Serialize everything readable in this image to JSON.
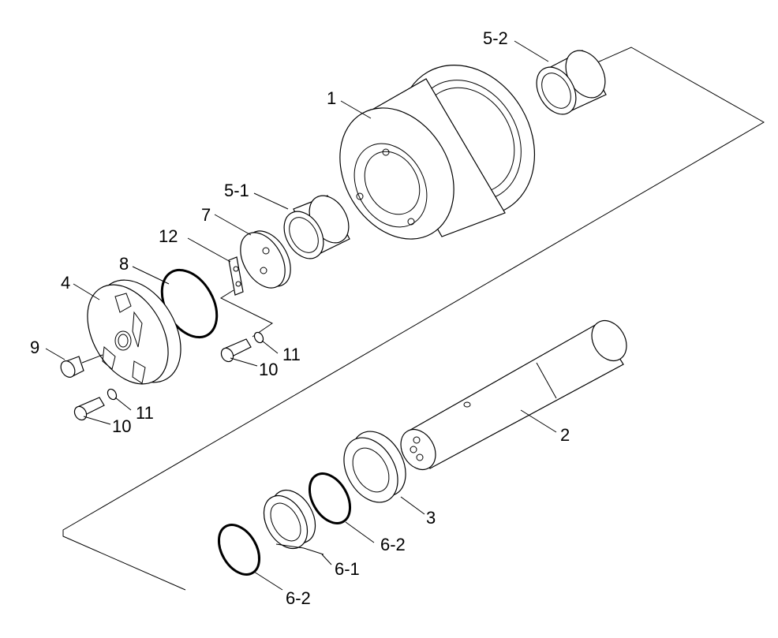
{
  "callouts": {
    "c1": "1",
    "c2": "2",
    "c3": "3",
    "c4": "4",
    "c5_1": "5-1",
    "c5_2": "5-2",
    "c6_1": "6-1",
    "c6_2_upper": "6-2",
    "c6_2_lower": "6-2",
    "c7": "7",
    "c8": "8",
    "c9": "9",
    "c10_upper": "10",
    "c10_lower": "10",
    "c11_upper": "11",
    "c11_lower": "11",
    "c12": "12"
  }
}
